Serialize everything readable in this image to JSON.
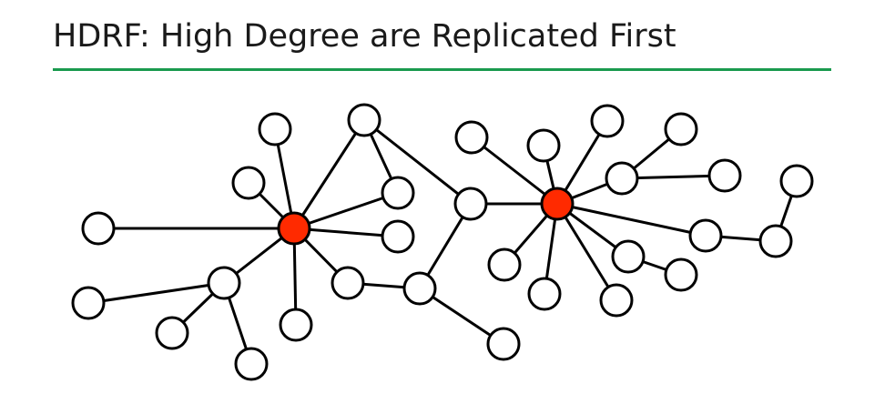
{
  "slide": {
    "title": "HDRF: High Degree are Replicated First"
  },
  "colors": {
    "rule": "#1a9a4e",
    "high_degree_vertex": "#ff2a00",
    "vertex": "#ffffff",
    "stroke": "#000000"
  },
  "graph": {
    "nodes": [
      {
        "id": "hub-left",
        "high_degree": true
      },
      {
        "id": "hub-right",
        "high_degree": true
      },
      {
        "id": "left-vertex-a",
        "high_degree": false
      },
      {
        "id": "left-vertex-b",
        "high_degree": false
      },
      {
        "id": "left-vertex-c",
        "high_degree": false
      },
      {
        "id": "left-vertex-d",
        "high_degree": false
      },
      {
        "id": "left-vertex-e",
        "high_degree": false
      },
      {
        "id": "left-vertex-f",
        "high_degree": false
      },
      {
        "id": "left-vertex-g",
        "high_degree": false
      },
      {
        "id": "left-vertex-h",
        "high_degree": false
      },
      {
        "id": "left-vertex-i",
        "high_degree": false
      },
      {
        "id": "left-vertex-j",
        "high_degree": false
      },
      {
        "id": "left-vertex-k",
        "high_degree": false
      },
      {
        "id": "left-vertex-l",
        "high_degree": false
      },
      {
        "id": "left-vertex-m",
        "high_degree": false
      },
      {
        "id": "left-vertex-n",
        "high_degree": false
      },
      {
        "id": "left-vertex-o",
        "high_degree": false
      },
      {
        "id": "left-vertex-p",
        "high_degree": false
      },
      {
        "id": "left-vertex-q",
        "high_degree": false
      },
      {
        "id": "right-vertex-a",
        "high_degree": false
      },
      {
        "id": "right-vertex-b",
        "high_degree": false
      },
      {
        "id": "right-vertex-c",
        "high_degree": false
      },
      {
        "id": "right-vertex-d",
        "high_degree": false
      },
      {
        "id": "right-vertex-e",
        "high_degree": false
      },
      {
        "id": "right-vertex-f",
        "high_degree": false
      },
      {
        "id": "right-vertex-g",
        "high_degree": false
      },
      {
        "id": "right-vertex-h",
        "high_degree": false
      },
      {
        "id": "right-vertex-i",
        "high_degree": false
      },
      {
        "id": "right-vertex-j",
        "high_degree": false
      },
      {
        "id": "right-vertex-k",
        "high_degree": false
      },
      {
        "id": "right-vertex-l",
        "high_degree": false
      },
      {
        "id": "right-vertex-m",
        "high_degree": false
      },
      {
        "id": "right-vertex-n",
        "high_degree": false
      },
      {
        "id": "right-vertex-o",
        "high_degree": false
      },
      {
        "id": "bridge-vertex-a",
        "high_degree": false
      },
      {
        "id": "bridge-vertex-b",
        "high_degree": false
      }
    ],
    "edges": [
      [
        "hub-left",
        "left-vertex-a"
      ],
      [
        "hub-left",
        "left-vertex-b"
      ],
      [
        "hub-left",
        "left-vertex-c"
      ],
      [
        "hub-left",
        "left-vertex-d"
      ],
      [
        "hub-left",
        "left-vertex-e"
      ],
      [
        "hub-left",
        "left-vertex-f"
      ],
      [
        "hub-left",
        "left-vertex-g"
      ],
      [
        "hub-left",
        "left-vertex-h"
      ],
      [
        "hub-left",
        "left-vertex-i"
      ],
      [
        "hub-left",
        "left-vertex-j"
      ],
      [
        "left-vertex-c",
        "left-vertex-e"
      ],
      [
        "left-vertex-c",
        "bridge-vertex-a"
      ],
      [
        "left-vertex-h",
        "left-vertex-k"
      ],
      [
        "left-vertex-k",
        "left-vertex-l"
      ],
      [
        "left-vertex-k",
        "left-vertex-m"
      ],
      [
        "left-vertex-i",
        "left-vertex-k"
      ],
      [
        "left-vertex-i",
        "left-vertex-n"
      ],
      [
        "left-vertex-g",
        "bridge-vertex-b"
      ],
      [
        "bridge-vertex-b",
        "bridge-vertex-a"
      ],
      [
        "bridge-vertex-b",
        "left-vertex-o"
      ],
      [
        "bridge-vertex-a",
        "hub-right"
      ],
      [
        "hub-right",
        "right-vertex-a"
      ],
      [
        "hub-right",
        "right-vertex-b"
      ],
      [
        "hub-right",
        "right-vertex-c"
      ],
      [
        "hub-right",
        "right-vertex-d"
      ],
      [
        "hub-right",
        "right-vertex-e"
      ],
      [
        "hub-right",
        "right-vertex-f"
      ],
      [
        "hub-right",
        "right-vertex-g"
      ],
      [
        "hub-right",
        "right-vertex-h"
      ],
      [
        "hub-right",
        "right-vertex-i"
      ],
      [
        "hub-right",
        "right-vertex-j"
      ],
      [
        "right-vertex-d",
        "right-vertex-k"
      ],
      [
        "right-vertex-d",
        "right-vertex-l"
      ],
      [
        "right-vertex-g",
        "right-vertex-m"
      ],
      [
        "right-vertex-e",
        "right-vertex-n"
      ],
      [
        "right-vertex-n",
        "right-vertex-o"
      ]
    ]
  }
}
